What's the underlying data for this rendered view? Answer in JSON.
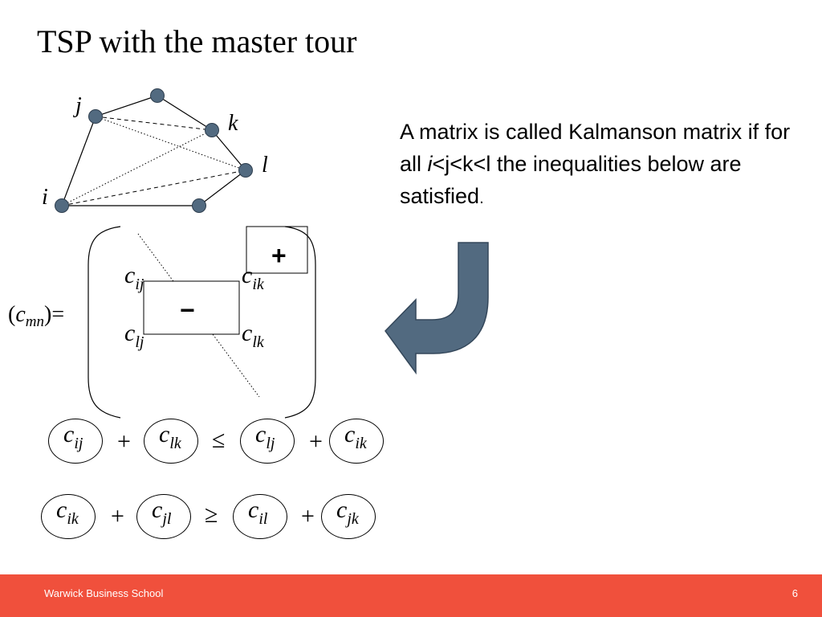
{
  "title": "TSP with the master tour",
  "graph": {
    "labels": {
      "j": "j",
      "k": "k",
      "l": "l",
      "i": "i"
    },
    "node_color": "#526a80"
  },
  "definition": {
    "part1": "A matrix is called Kalmanson matrix if for all ",
    "italic_i": "i",
    "part2": "<j<k<l the inequalities below are satisfied",
    "period": "."
  },
  "matrix": {
    "label_open": "(",
    "label_var": "c",
    "label_sub": "mn",
    "label_close": ")=",
    "plus_sign": "+",
    "minus_sign": "−",
    "entries": [
      {
        "var": "c",
        "sub": "ij"
      },
      {
        "var": "c",
        "sub": "ik"
      },
      {
        "var": "c",
        "sub": "lj"
      },
      {
        "var": "c",
        "sub": "lk"
      }
    ]
  },
  "arrow": {
    "color": "#526a80"
  },
  "inequalities": [
    {
      "terms": [
        {
          "var": "c",
          "sub": "ij"
        },
        {
          "var": "c",
          "sub": "lk"
        },
        {
          "var": "c",
          "sub": "lj"
        },
        {
          "var": "c",
          "sub": "ik"
        }
      ],
      "op1": "+",
      "rel": "≤",
      "op2": "+"
    },
    {
      "terms": [
        {
          "var": "c",
          "sub": "ik"
        },
        {
          "var": "c",
          "sub": "jl"
        },
        {
          "var": "c",
          "sub": "il"
        },
        {
          "var": "c",
          "sub": "jk"
        }
      ],
      "op1": "+",
      "rel": "≥",
      "op2": "+"
    }
  ],
  "footer": {
    "text": "Warwick Business School",
    "page": "6",
    "color": "#f0503c"
  }
}
